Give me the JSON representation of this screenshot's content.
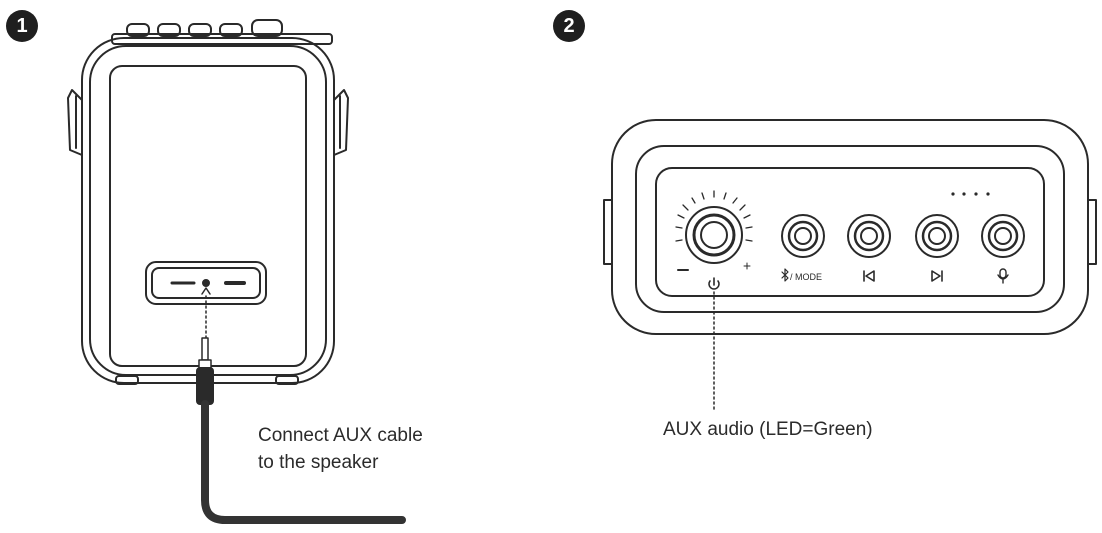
{
  "steps": [
    {
      "number": "1",
      "caption_lines": [
        "Connect AUX cable",
        "to the speaker"
      ]
    },
    {
      "number": "2",
      "caption_lines": [
        "AUX audio (LED=Green)"
      ]
    }
  ],
  "panel_labels": {
    "mode": "/ MODE"
  },
  "icons": {
    "power": "power-icon",
    "bluetooth": "bluetooth-icon",
    "previous": "previous-track-icon",
    "next": "next-track-icon",
    "microphone": "microphone-icon"
  },
  "colors": {
    "line": "#2a2a2a",
    "badge": "#1f1f1f",
    "cable": "#333333"
  }
}
